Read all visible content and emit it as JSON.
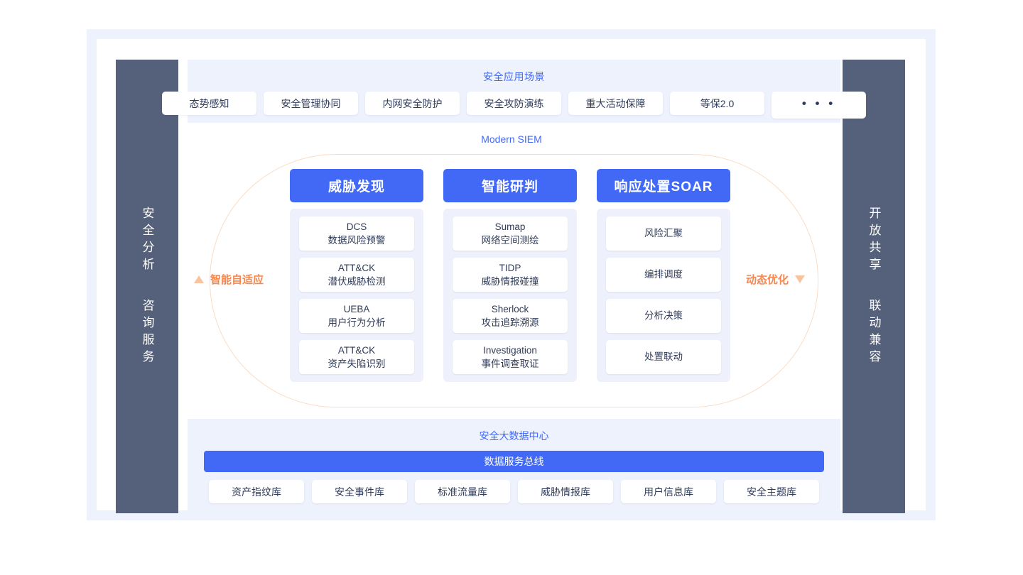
{
  "frame": {
    "outer_bg": "#eef2fd",
    "inner_bg": "#ffffff"
  },
  "left_panel": {
    "lines": [
      "安全分析",
      "咨询服务"
    ],
    "bg": "#55607a"
  },
  "right_panel": {
    "lines": [
      "开放共享",
      "联动兼容"
    ],
    "bg": "#55607a"
  },
  "scenarios": {
    "title": "安全应用场景",
    "accent": "#4169f5",
    "tags": [
      "态势感知",
      "安全管理协同",
      "内网安全防护",
      "安全攻防演练",
      "重大活动保障",
      "等保2.0",
      "• • •"
    ]
  },
  "siem": {
    "title": "Modern SIEM"
  },
  "annotations": {
    "left": {
      "label": "智能自适应",
      "arrow": "triangle-up-icon",
      "color": "#f5874f"
    },
    "right": {
      "label": "动态优化",
      "arrow": "triangle-down-icon",
      "color": "#f5874f"
    }
  },
  "pillars": [
    {
      "head": "威胁发现",
      "cards": [
        {
          "en": "DCS",
          "cn": "数据风险预警"
        },
        {
          "en": "ATT&CK",
          "cn": "潜伏威胁检测"
        },
        {
          "en": "UEBA",
          "cn": "用户行为分析"
        },
        {
          "en": "ATT&CK",
          "cn": "资产失陷识别"
        }
      ]
    },
    {
      "head": "智能研判",
      "cards": [
        {
          "en": "Sumap",
          "cn": "网络空间测绘"
        },
        {
          "en": "TIDP",
          "cn": "威胁情报碰撞"
        },
        {
          "en": "Sherlock",
          "cn": "攻击追踪溯源"
        },
        {
          "en": "Investigation",
          "cn": "事件调查取证"
        }
      ]
    },
    {
      "head": "响应处置SOAR",
      "cards": [
        {
          "en": "",
          "cn": "风险汇聚"
        },
        {
          "en": "",
          "cn": "编排调度"
        },
        {
          "en": "",
          "cn": "分析决策"
        },
        {
          "en": "",
          "cn": "处置联动"
        }
      ]
    }
  ],
  "datacenter": {
    "title": "安全大数据中心",
    "bus": "数据服务总线",
    "tags": [
      "资产指纹库",
      "安全事件库",
      "标准流量库",
      "威胁情报库",
      "用户信息库",
      "安全主题库"
    ]
  }
}
